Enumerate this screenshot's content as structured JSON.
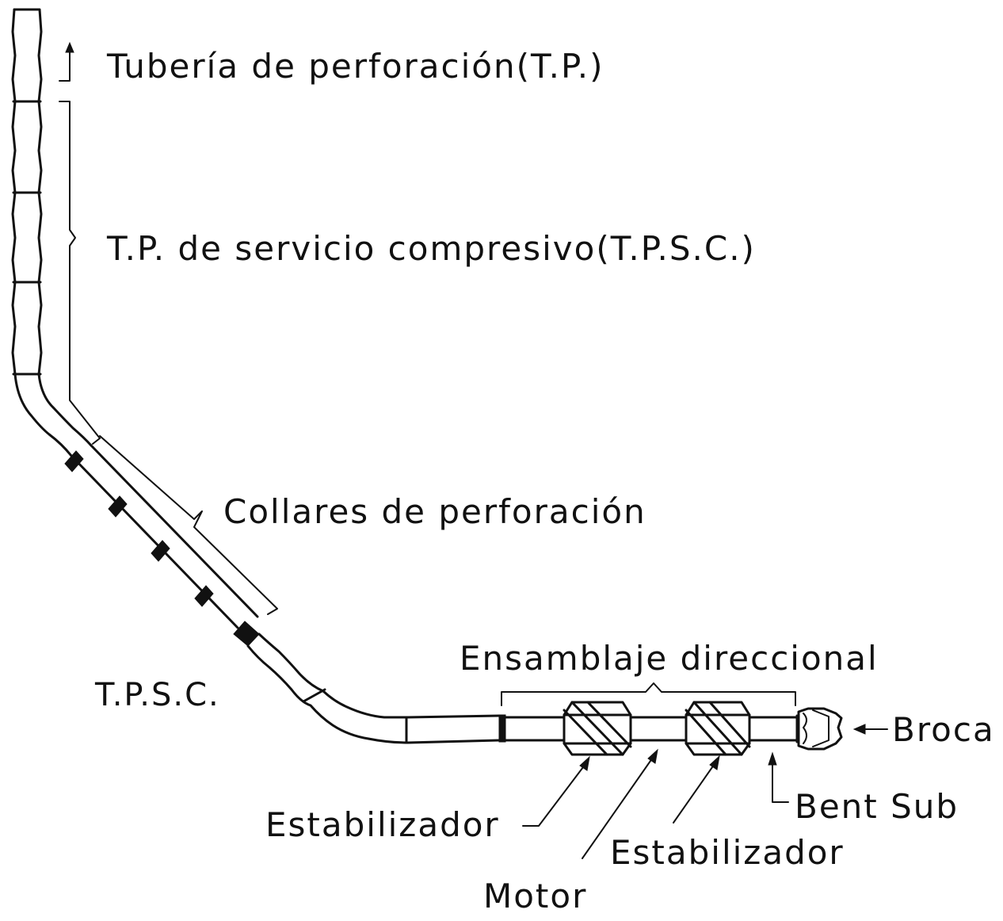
{
  "labels": {
    "tp": "Tubería de perforación(T.P.)",
    "tpsc_full": "T.P. de servicio compresivo(T.P.S.C.)",
    "collares": "Collares de perforación",
    "tpsc_short": "T.P.S.C.",
    "ensamblaje": "Ensamblaje direccional",
    "broca": "Broca",
    "bent_sub": "Bent Sub",
    "estabilizador_1": "Estabilizador",
    "estabilizador_2": "Estabilizador",
    "motor": "Motor"
  }
}
